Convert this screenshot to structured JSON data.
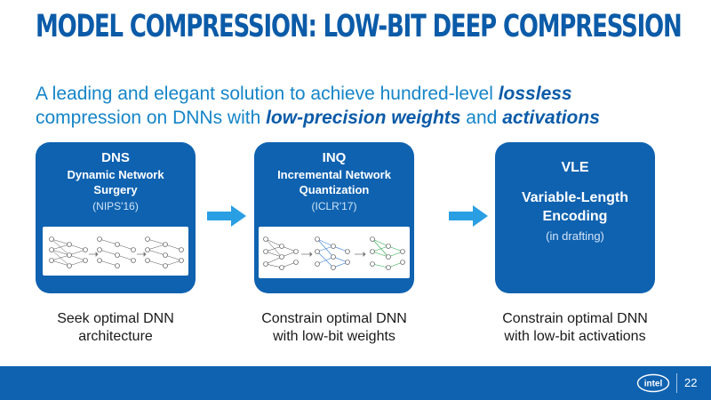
{
  "slide": {
    "title": "MODEL COMPRESSION: LOW-BIT DEEP COMPRESSION",
    "subtitle": {
      "line1_start": "A leading and elegant solution to achieve hundred-level ",
      "line1_em": "lossless",
      "line2_start": "compression on DNNs with ",
      "line2_em1": "low-precision weights",
      "line2_mid": " and ",
      "line2_em2": "activations"
    },
    "cards": [
      {
        "acronym": "DNS",
        "name_line1": "Dynamic Network",
        "name_line2": "Surgery",
        "venue": "(NIPS'16)",
        "caption_line1": "Seek optimal DNN",
        "caption_line2": "architecture"
      },
      {
        "acronym": "INQ",
        "name_line1": "Incremental Network",
        "name_line2": "Quantization",
        "venue": "(ICLR'17)",
        "caption_line1": "Constrain optimal DNN",
        "caption_line2": "with low-bit weights"
      },
      {
        "acronym": "VLE",
        "name_line1": "Variable-Length",
        "name_line2": "Encoding",
        "venue": "(in drafting)",
        "caption_line1": "Constrain optimal DNN",
        "caption_line2": "with low-bit activations"
      }
    ],
    "page_number": "22",
    "logo_text": "intel",
    "colors": {
      "primary": "#0f62b0",
      "title": "#0b5ba8",
      "subtitle": "#1585c8",
      "arrow": "#2a9ee2"
    }
  }
}
